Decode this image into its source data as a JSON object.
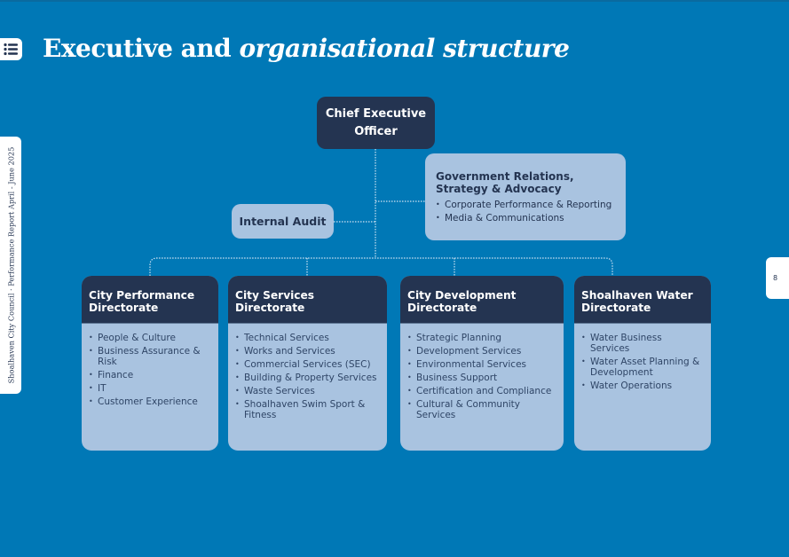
{
  "page": {
    "title_plain": "Executive and ",
    "title_italic": "organisational structure",
    "side_label": "Shoalhaven City Council · Performance Report April - June 2025",
    "page_number": "8",
    "menu_icon": "list-icon",
    "colors": {
      "background": "#0078b6",
      "dark_node": "#243451",
      "light_node": "#a9c3e0",
      "text_on_light": "#243451"
    }
  },
  "chart": {
    "ceo": {
      "label": "Chief Executive Officer"
    },
    "internal_audit": {
      "label": "Internal Audit"
    },
    "government_relations": {
      "title": "Government Relations, Strategy & Advocacy",
      "items": [
        "Corporate Performance & Reporting",
        "Media & Communications"
      ]
    },
    "directorates": [
      {
        "title": "City Performance Directorate",
        "items": [
          "People & Culture",
          "Business Assurance & Risk",
          "Finance",
          "IT",
          "Customer Experience"
        ]
      },
      {
        "title": "City Services Directorate",
        "items": [
          "Technical Services",
          "Works and Services",
          "Commercial Services (SEC)",
          "Building & Property Services",
          "Waste Services",
          "Shoalhaven Swim Sport & Fitness"
        ]
      },
      {
        "title": "City Development Directorate",
        "items": [
          "Strategic Planning",
          "Development Services",
          "Environmental Services",
          "Business Support",
          "Certification and Compliance",
          "Cultural & Community Services"
        ]
      },
      {
        "title": "Shoalhaven Water Directorate",
        "items": [
          "Water Business Services",
          "Water Asset Planning & Development",
          "Water Operations"
        ]
      }
    ]
  }
}
